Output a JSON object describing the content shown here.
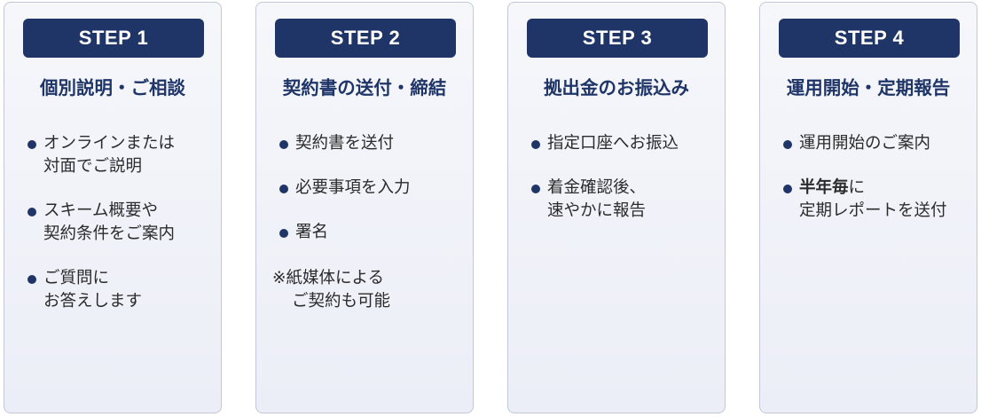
{
  "steps": [
    {
      "badge": "STEP 1",
      "title": "個別説明・ご相談",
      "items": [
        {
          "lines": [
            "オンラインまたは",
            "対面でご説明"
          ]
        },
        {
          "lines": [
            "スキーム概要や",
            "契約条件をご案内"
          ]
        },
        {
          "lines": [
            "ご質問に",
            "お答えします"
          ]
        }
      ]
    },
    {
      "badge": "STEP 2",
      "title": "契約書の送付・締結",
      "items": [
        {
          "lines": [
            "契約書を送付"
          ]
        },
        {
          "lines": [
            "必要事項を入力"
          ]
        },
        {
          "lines": [
            "署名"
          ]
        }
      ],
      "note": [
        "※紙媒体による",
        "ご契約も可能"
      ]
    },
    {
      "badge": "STEP 3",
      "title": "拠出金のお振込み",
      "items": [
        {
          "lines": [
            "指定口座へお振込"
          ]
        },
        {
          "lines": [
            "着金確認後、",
            "速やかに報告"
          ]
        }
      ]
    },
    {
      "badge": "STEP 4",
      "title": "運用開始・定期報告",
      "items": [
        {
          "lines": [
            "運用開始のご案内"
          ]
        },
        {
          "strong": "半年毎",
          "first_rest": "に",
          "lines": [
            "",
            "定期レポートを送付"
          ]
        }
      ]
    }
  ]
}
